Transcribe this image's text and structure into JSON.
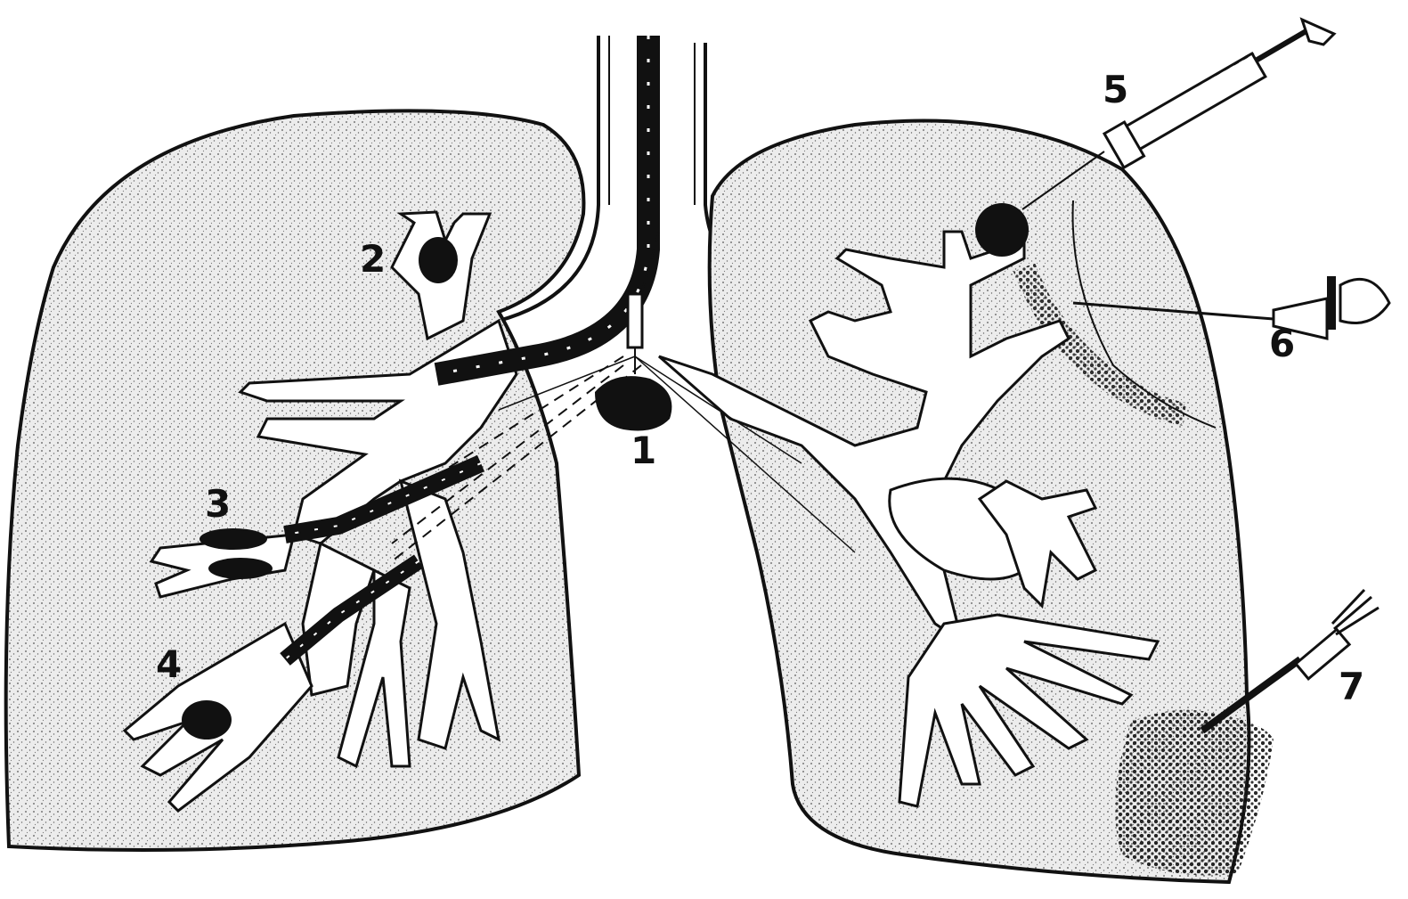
{
  "labels": {
    "l1": "1",
    "l2": "2",
    "l3": "3",
    "l4": "4",
    "l5": "5",
    "l6": "6",
    "l7": "7"
  },
  "colors": {
    "ink": "#111111",
    "paper": "#ffffff",
    "lung_fill": "#e6e6e6"
  }
}
